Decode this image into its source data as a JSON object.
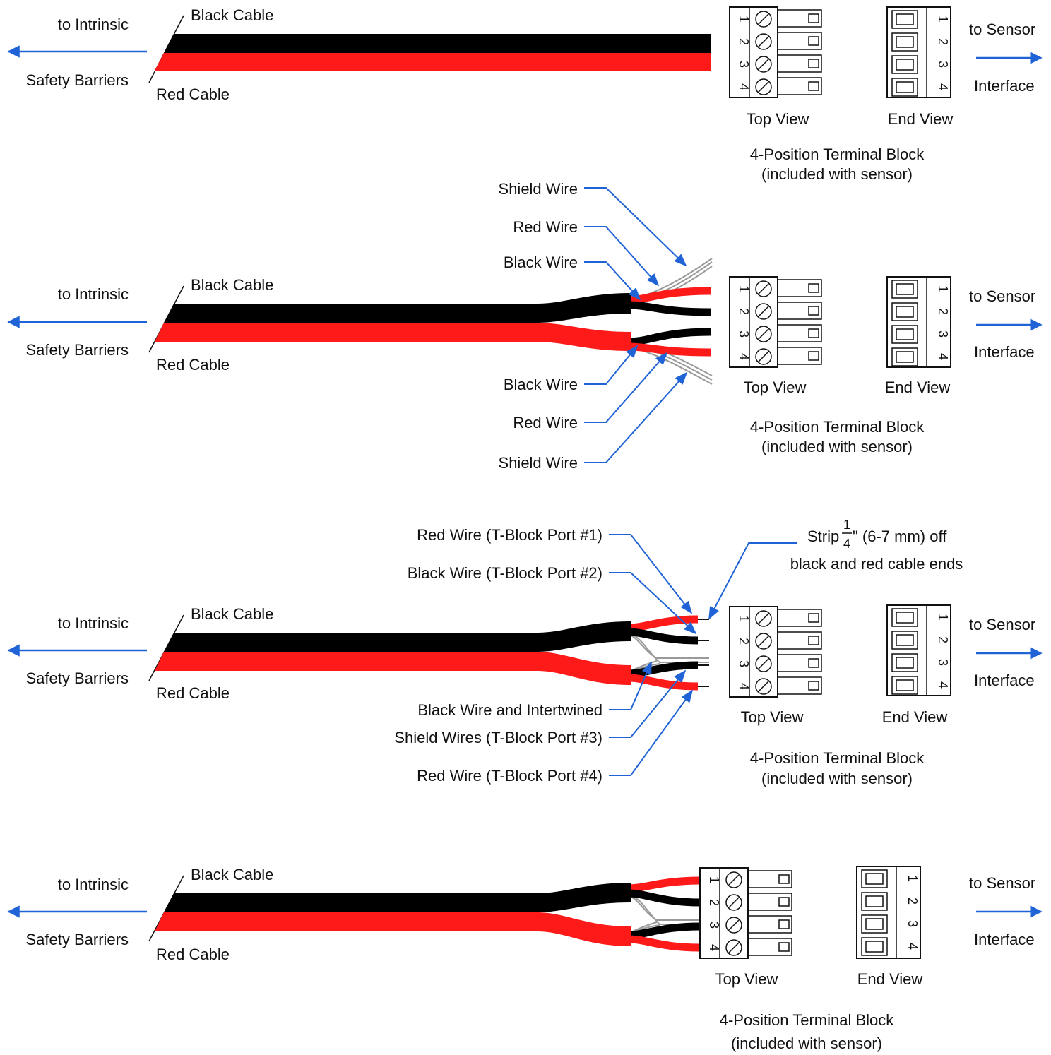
{
  "colors": {
    "arrow": "#1f63d6",
    "red_cable": "#ff1a1a",
    "black_cable": "#000000",
    "shield": "#999999"
  },
  "common": {
    "to_intrinsic": "to Intrinsic",
    "safety_barriers": "Safety Barriers",
    "black_cable": "Black Cable",
    "red_cable": "Red Cable",
    "top_view": "Top View",
    "end_view": "End View",
    "to_sensor": "to Sensor",
    "interface": "Interface",
    "terminal_title": "4-Position Terminal Block",
    "terminal_sub": "(included with sensor)",
    "pins": [
      "1",
      "2",
      "3",
      "4"
    ]
  },
  "step2": {
    "shield_wire_top": "Shield Wire",
    "red_wire_top": "Red Wire",
    "black_wire_top": "Black Wire",
    "black_wire_bottom": "Black Wire",
    "red_wire_bottom": "Red Wire",
    "shield_wire_bottom": "Shield Wire"
  },
  "step3": {
    "red_port1": "Red Wire (T-Block Port #1)",
    "black_port2": "Black Wire (T-Block Port #2)",
    "black_intertwined": "Black Wire and Intertwined",
    "shield_port3": "Shield Wires (T-Block Port #3)",
    "red_port4": "Red Wire (T-Block Port #4)",
    "strip_word": "Strip",
    "frac_num": "1",
    "frac_den": "4",
    "strip_rest": "\" (6-7 mm) off",
    "strip_line2": "black and red cable ends"
  }
}
